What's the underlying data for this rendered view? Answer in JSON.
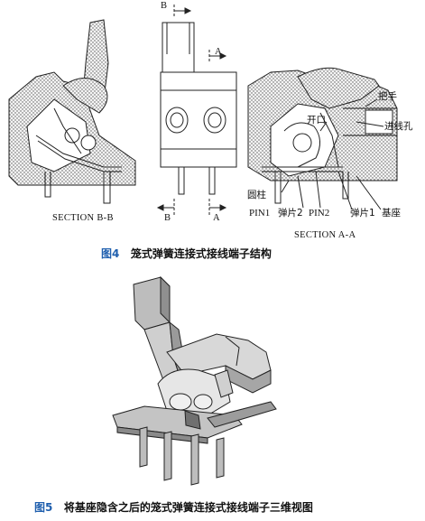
{
  "figure4": {
    "section_bb": "SECTION   B-B",
    "section_aa": "SECTION   A-A",
    "cut_b_top": "B",
    "cut_b_bottom": "B",
    "cut_a_top": "A",
    "cut_a_bottom": "A",
    "labels": {
      "handle": "把手",
      "wire_hole": "进线孔",
      "opening": "开口",
      "cylinder": "圆柱",
      "pin1": "PIN1",
      "spring2": "弹片2",
      "pin2": "PIN2",
      "spring1": "弹片1",
      "base": "基座"
    },
    "caption_number": "图4",
    "caption_text": "笼式弹簧连接式接线端子结构"
  },
  "figure5": {
    "caption_number": "图5",
    "caption_text": "将基座隐含之后的笼式弹簧连接式接线端子三维视图"
  }
}
